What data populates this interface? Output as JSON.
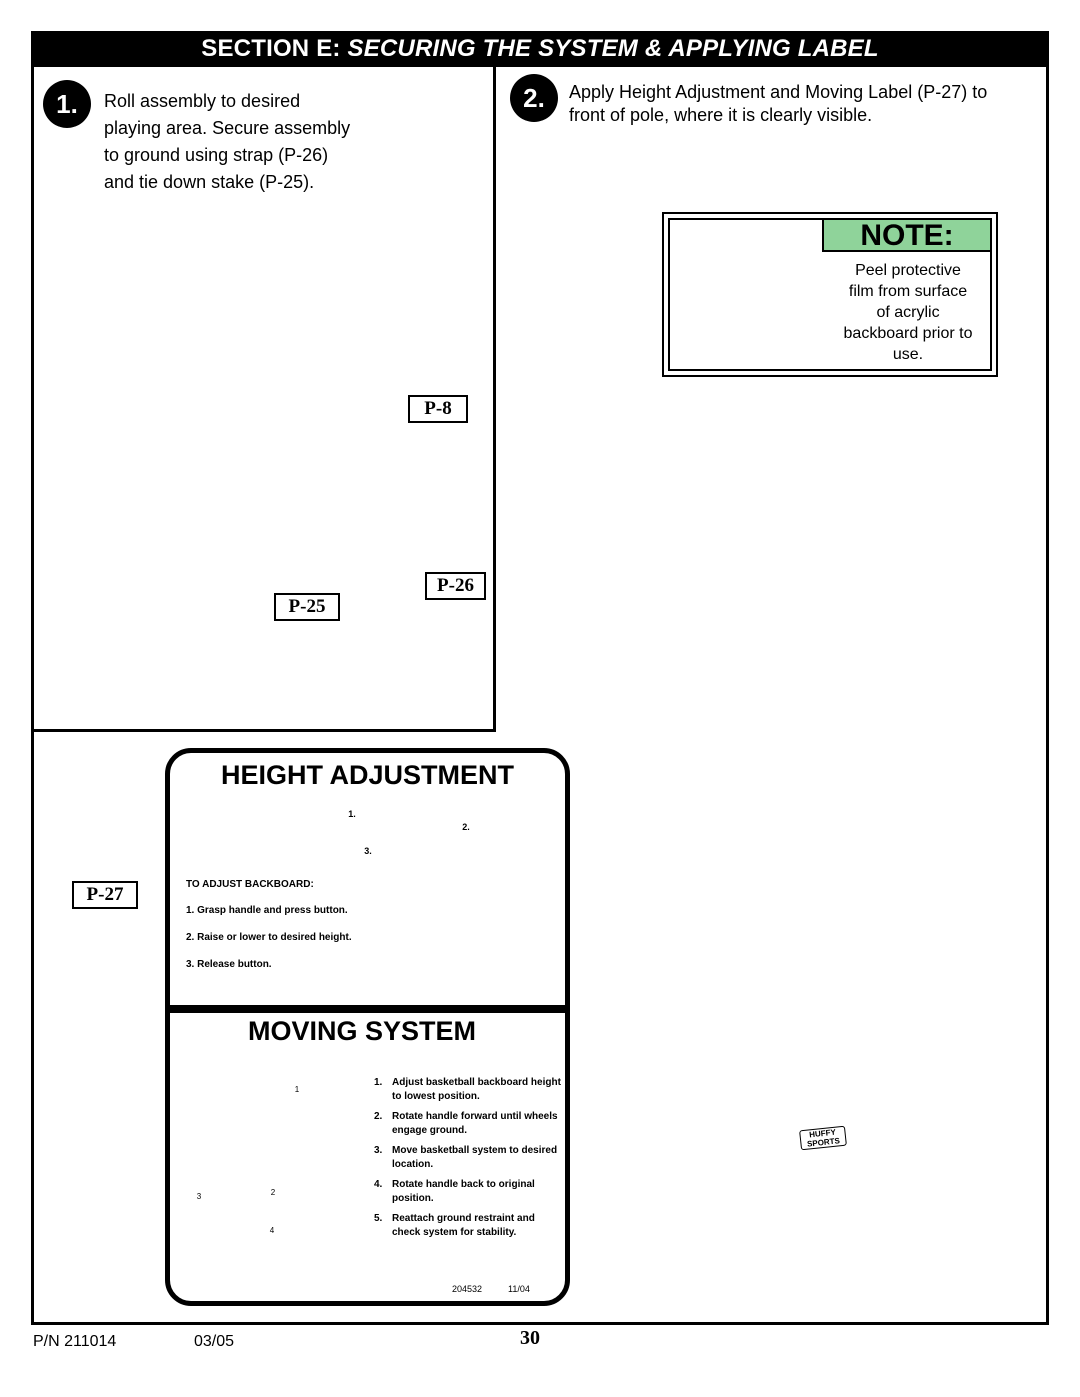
{
  "header": {
    "prefix": "SECTION E: ",
    "title": "SECURING THE SYSTEM & APPLYING LABEL"
  },
  "step1": {
    "number": "1.",
    "lines": [
      "Roll assembly to desired",
      "playing area.  Secure assembly",
      "to ground using strap (P-26)",
      "and tie down stake (P-25)."
    ]
  },
  "step2": {
    "number": "2.",
    "lines": [
      "Apply Height Adjustment and Moving Label (P-27) to",
      "front of pole, where it is clearly visible."
    ]
  },
  "parts": {
    "p8": "P-8",
    "p26": "P-26",
    "p25": "P-25",
    "p27": "P-27"
  },
  "note": {
    "title": "NOTE:",
    "lines": [
      "Peel protective",
      "film from surface",
      "of acrylic",
      "backboard prior to",
      "use."
    ]
  },
  "height_label": {
    "title": "HEIGHT ADJUSTMENT",
    "callouts": [
      "1.",
      "2.",
      "3."
    ],
    "instructions_title": "TO ADJUST BACKBOARD:",
    "instructions": [
      "1. Grasp handle and press button.",
      "2. Raise or lower to desired height.",
      "3. Release button."
    ]
  },
  "moving_label": {
    "title": "MOVING SYSTEM",
    "steps": [
      {
        "n": "1.",
        "text": "Adjust basketball backboard height to lowest position."
      },
      {
        "n": "2.",
        "text": "Rotate handle forward until wheels engage ground."
      },
      {
        "n": "3.",
        "text": "Move basketball system to desired location."
      },
      {
        "n": "4.",
        "text": "Rotate handle back to original position."
      },
      {
        "n": "5.",
        "text": "Reattach ground restraint and check system for stability."
      }
    ],
    "figure_numbers": [
      "1",
      "2",
      "3",
      "4"
    ],
    "code": "204532",
    "date": "11/04"
  },
  "base_brand": [
    "HUFFY",
    "SPORTS"
  ],
  "footer": {
    "pn": "P/N 211014",
    "date": "03/05",
    "page": "30"
  }
}
